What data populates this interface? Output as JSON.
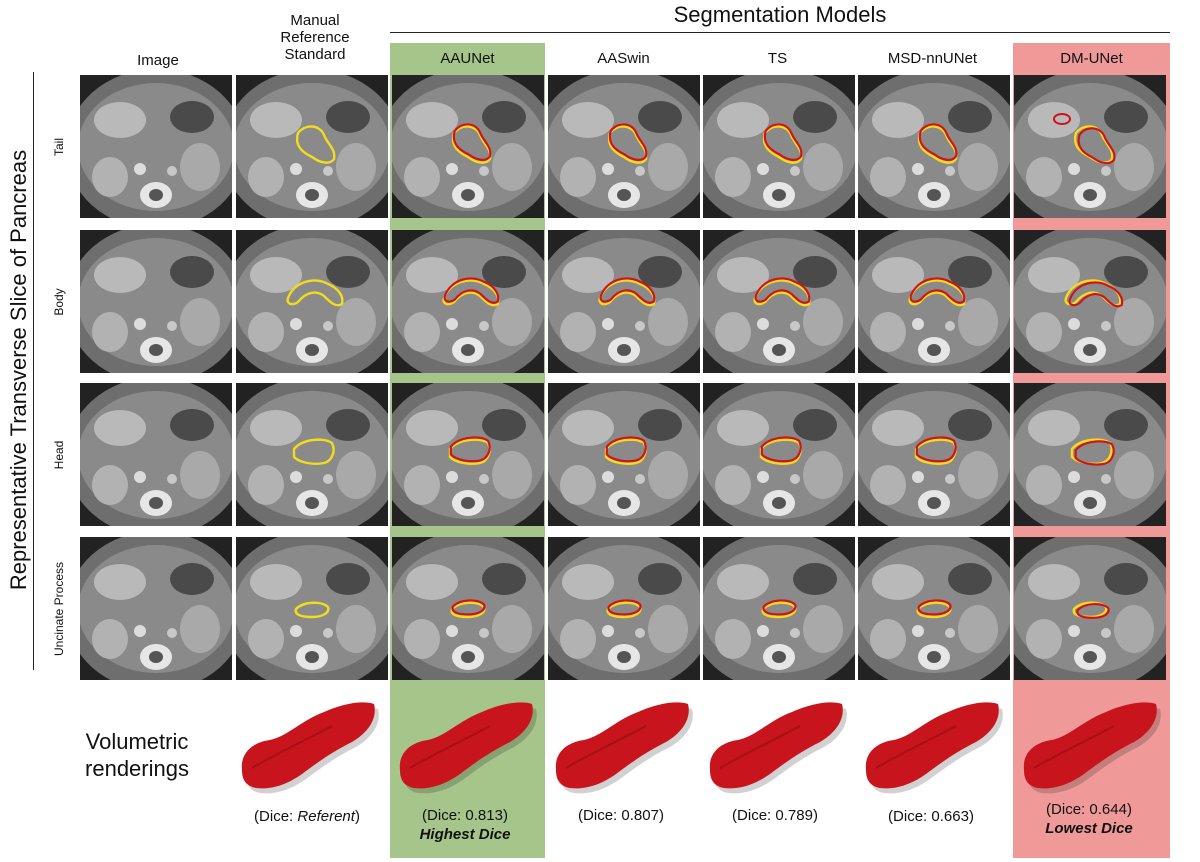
{
  "header": {
    "section_title": "Segmentation Models",
    "columns": [
      {
        "label": "Image"
      },
      {
        "label": "Manual Reference Standard"
      },
      {
        "label": "AAUNet",
        "highlight": "#a6c58a"
      },
      {
        "label": "AASwin"
      },
      {
        "label": "TS"
      },
      {
        "label": "MSD-nnUNet"
      },
      {
        "label": "DM-UNet",
        "highlight": "#ef9a98"
      }
    ]
  },
  "side_title": "Representative Transverse Slice of Pancreas",
  "rows": [
    {
      "label": "Tail"
    },
    {
      "label": "Body"
    },
    {
      "label": "Head"
    },
    {
      "label": "Uncinate Process"
    }
  ],
  "contour_colors": {
    "reference": "#f2dc1b",
    "prediction": "#d0121b"
  },
  "volumetric": {
    "label_line1": "Volumetric",
    "label_line2": "renderings",
    "render_color": "#c8141c",
    "items": [
      {
        "dice_prefix": "(Dice: ",
        "dice_value": "Referent",
        "dice_suffix": ")",
        "note": ""
      },
      {
        "dice_prefix": "(Dice: ",
        "dice_value": "0.813",
        "dice_suffix": ")",
        "note": "Highest Dice"
      },
      {
        "dice_prefix": "(Dice: ",
        "dice_value": "0.807",
        "dice_suffix": ")",
        "note": ""
      },
      {
        "dice_prefix": "(Dice: ",
        "dice_value": "0.789",
        "dice_suffix": ")",
        "note": ""
      },
      {
        "dice_prefix": "(Dice: ",
        "dice_value": "0.663",
        "dice_suffix": ")",
        "note": ""
      },
      {
        "dice_prefix": "(Dice: ",
        "dice_value": "0.644",
        "dice_suffix": ")",
        "note": "Lowest Dice"
      }
    ]
  }
}
